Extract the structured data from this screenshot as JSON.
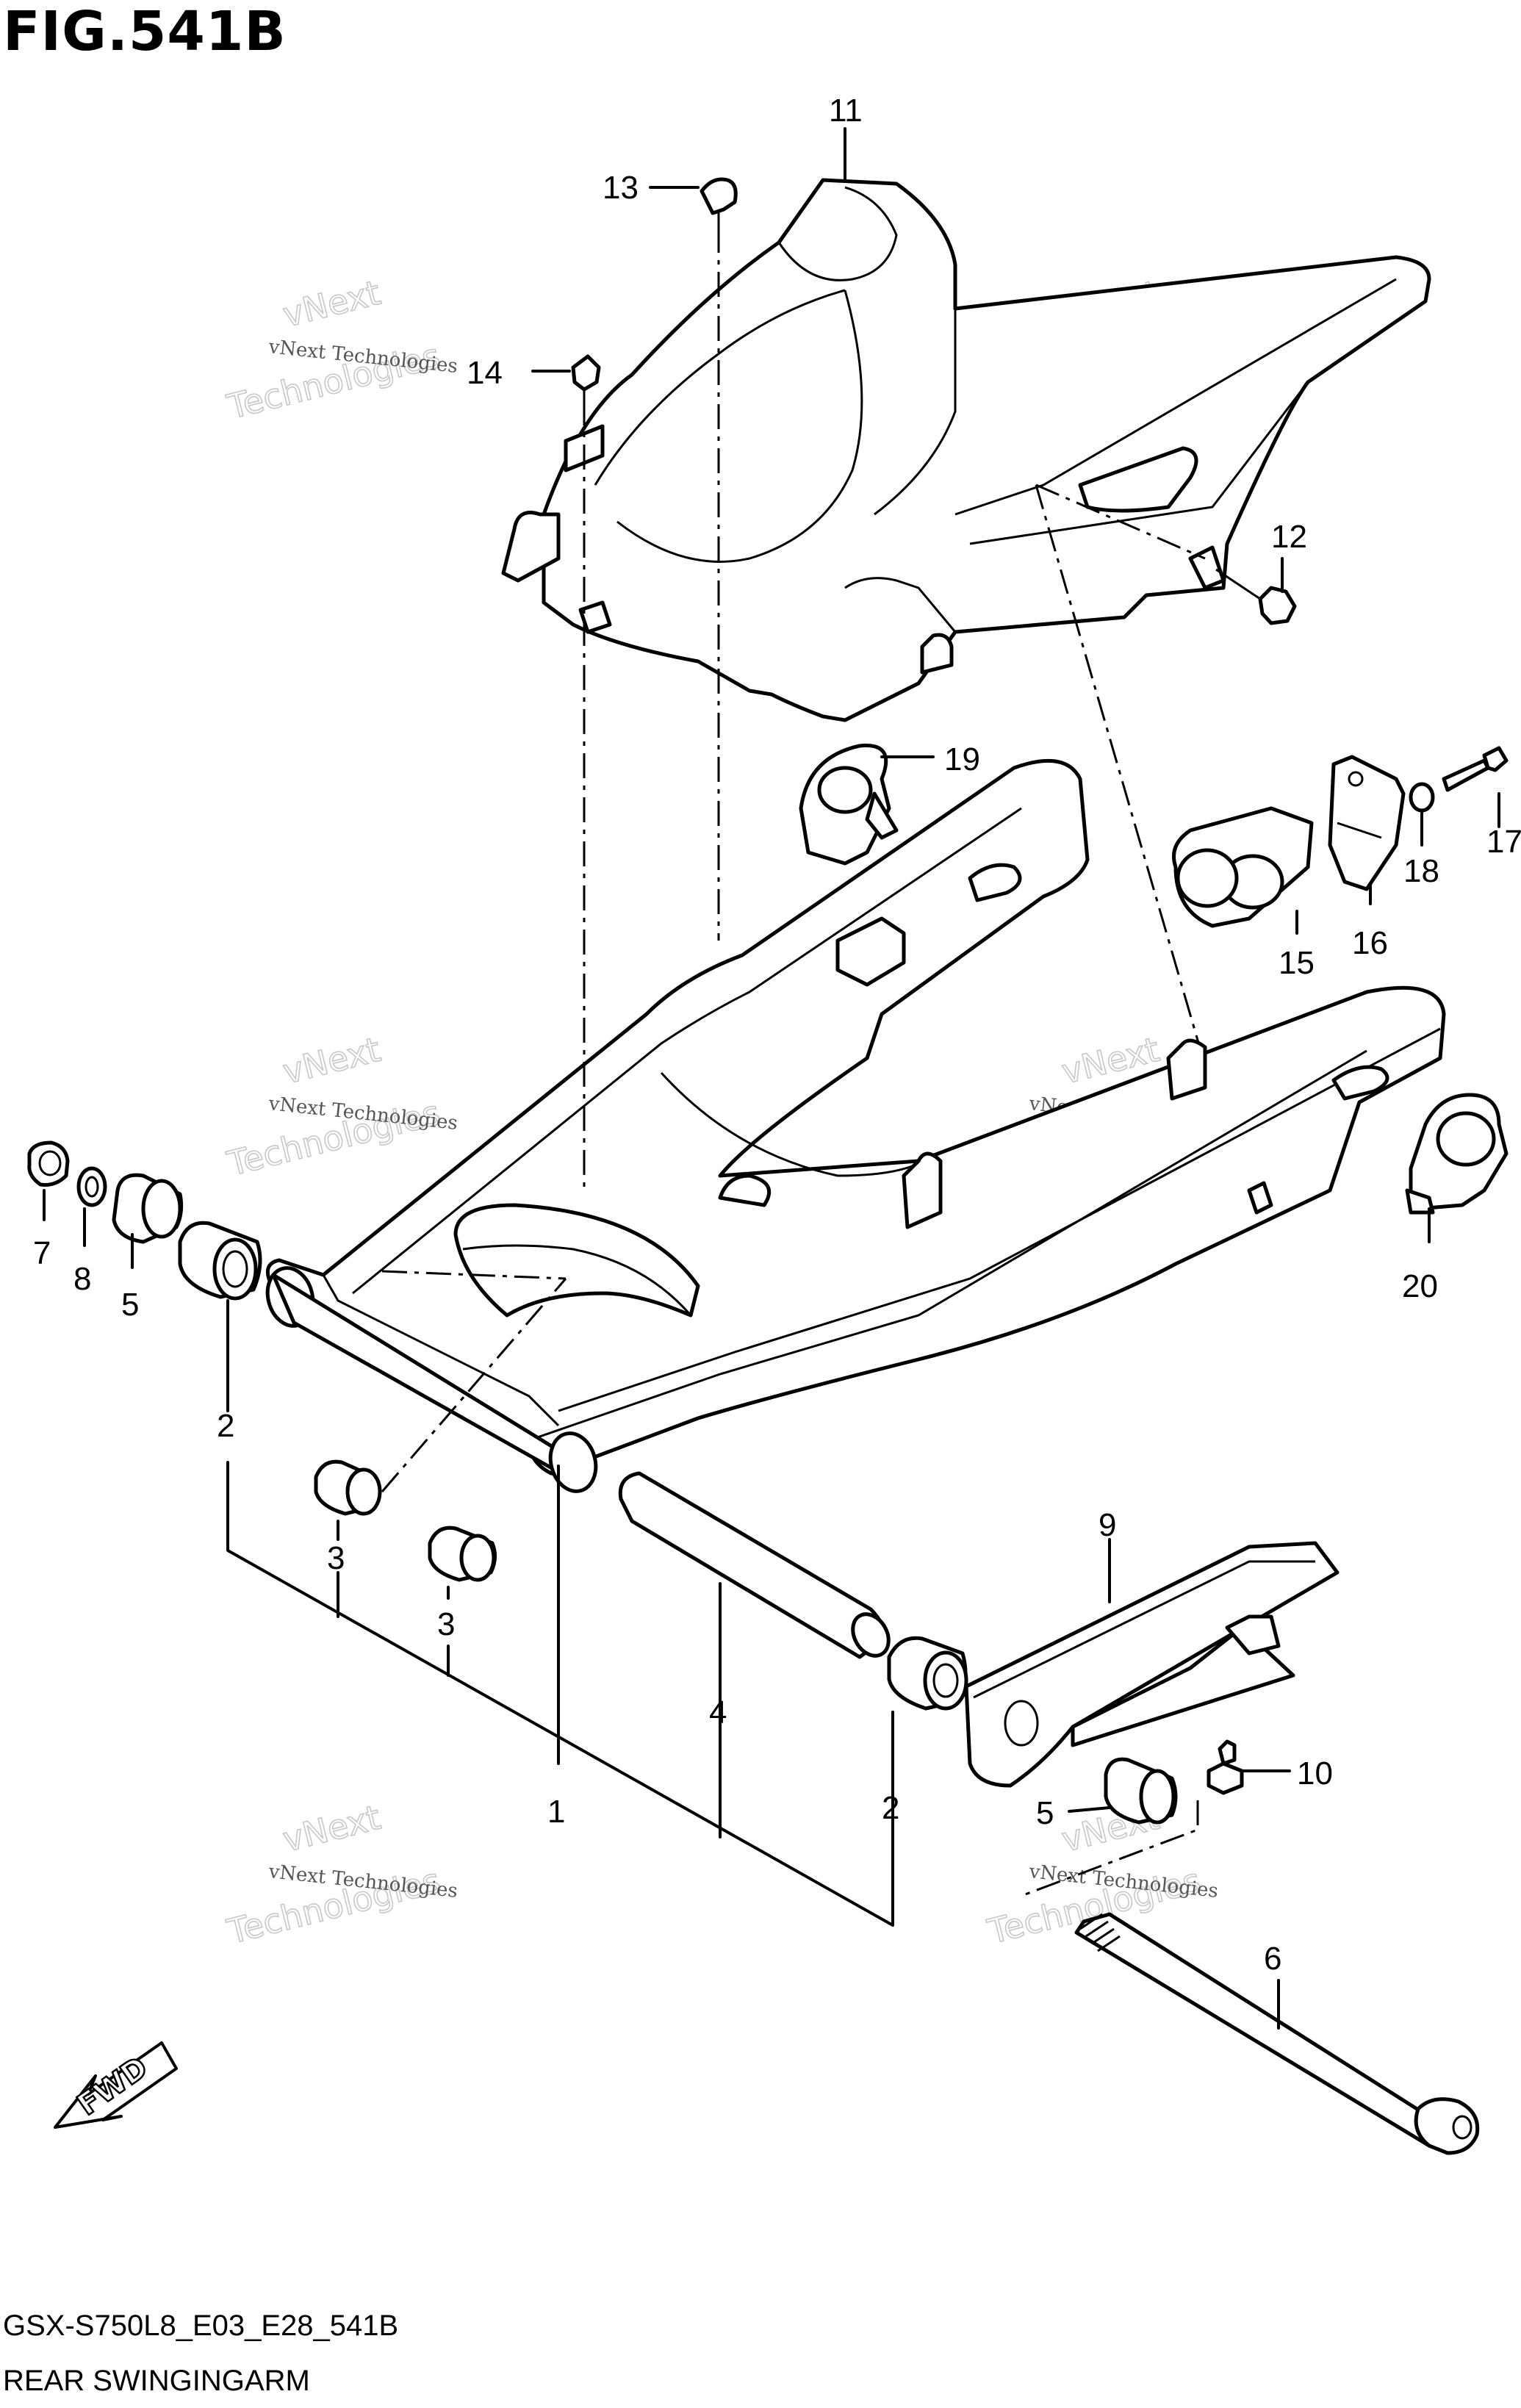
{
  "figure": {
    "title": "FIG.541B",
    "model_code": "GSX-S750L8_E03_E28_541B",
    "name": "REAR SWINGINGARM",
    "direction_label": "FWD"
  },
  "watermark": {
    "line1": "vNext Technologies",
    "line2": "vNext",
    "line3": "Technologies"
  },
  "callouts": [
    {
      "id": "c1",
      "label": "1"
    },
    {
      "id": "c2a",
      "label": "2"
    },
    {
      "id": "c2b",
      "label": "2"
    },
    {
      "id": "c3a",
      "label": "3"
    },
    {
      "id": "c3b",
      "label": "3"
    },
    {
      "id": "c4",
      "label": "4"
    },
    {
      "id": "c5a",
      "label": "5"
    },
    {
      "id": "c5b",
      "label": "5"
    },
    {
      "id": "c6",
      "label": "6"
    },
    {
      "id": "c7",
      "label": "7"
    },
    {
      "id": "c8",
      "label": "8"
    },
    {
      "id": "c9",
      "label": "9"
    },
    {
      "id": "c10",
      "label": "10"
    },
    {
      "id": "c11",
      "label": "11"
    },
    {
      "id": "c12",
      "label": "12"
    },
    {
      "id": "c13",
      "label": "13"
    },
    {
      "id": "c14",
      "label": "14"
    },
    {
      "id": "c15",
      "label": "15"
    },
    {
      "id": "c16",
      "label": "16"
    },
    {
      "id": "c17",
      "label": "17"
    },
    {
      "id": "c18",
      "label": "18"
    },
    {
      "id": "c19",
      "label": "19"
    },
    {
      "id": "c20",
      "label": "20"
    }
  ]
}
